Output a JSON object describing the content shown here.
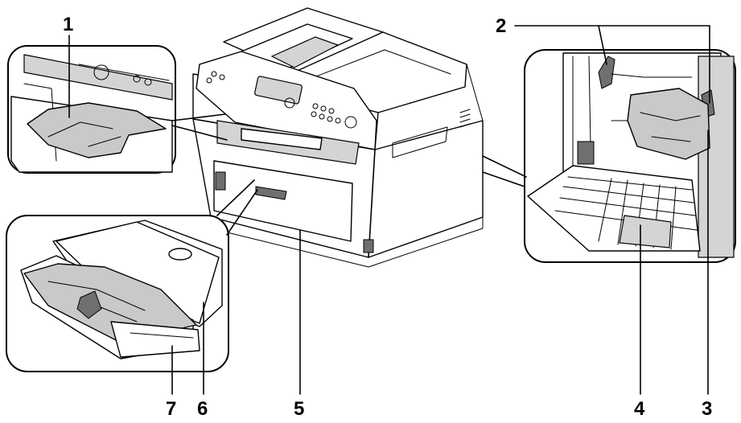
{
  "diagram": {
    "callouts": [
      {
        "id": "1",
        "text": "1"
      },
      {
        "id": "2",
        "text": "2"
      },
      {
        "id": "3",
        "text": "3"
      },
      {
        "id": "4",
        "text": "4"
      },
      {
        "id": "5",
        "text": "5"
      },
      {
        "id": "6",
        "text": "6"
      },
      {
        "id": "7",
        "text": "7"
      }
    ],
    "insets": [
      {
        "name": "output-tray-detail",
        "callouts": [
          "1"
        ]
      },
      {
        "name": "manual-feed-tray-detail",
        "callouts": [
          "6",
          "7"
        ]
      },
      {
        "name": "rear-door-detail",
        "callouts": [
          "2",
          "3",
          "4"
        ]
      }
    ],
    "main_subject": "printer"
  }
}
